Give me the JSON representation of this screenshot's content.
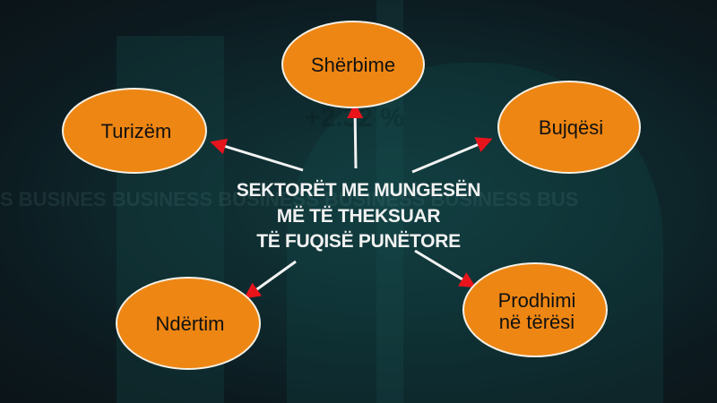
{
  "title_lines": [
    "SEKTORËT ME MUNGESËN",
    "MË TË THEKSUAR",
    "TË FUQISË PUNËTORE"
  ],
  "nodes": {
    "sherbime": "Shërbime",
    "turizem": "Turizëm",
    "bujqesi": "Bujqësi",
    "ndertim": "Ndërtim",
    "prodhimi_1": "Prodhimi",
    "prodhimi_2": "në tërësi"
  },
  "watermark": {
    "business": "S BUSINES          BUSINESS BUSINESS BUSINESS BUSINESS BUS",
    "value": "+2.32 %"
  },
  "colors": {
    "node_fill": "#ee8613",
    "node_stroke": "#f4f0e6",
    "arrow": "#f2f2f2",
    "arrowhead": "#e8141c"
  }
}
